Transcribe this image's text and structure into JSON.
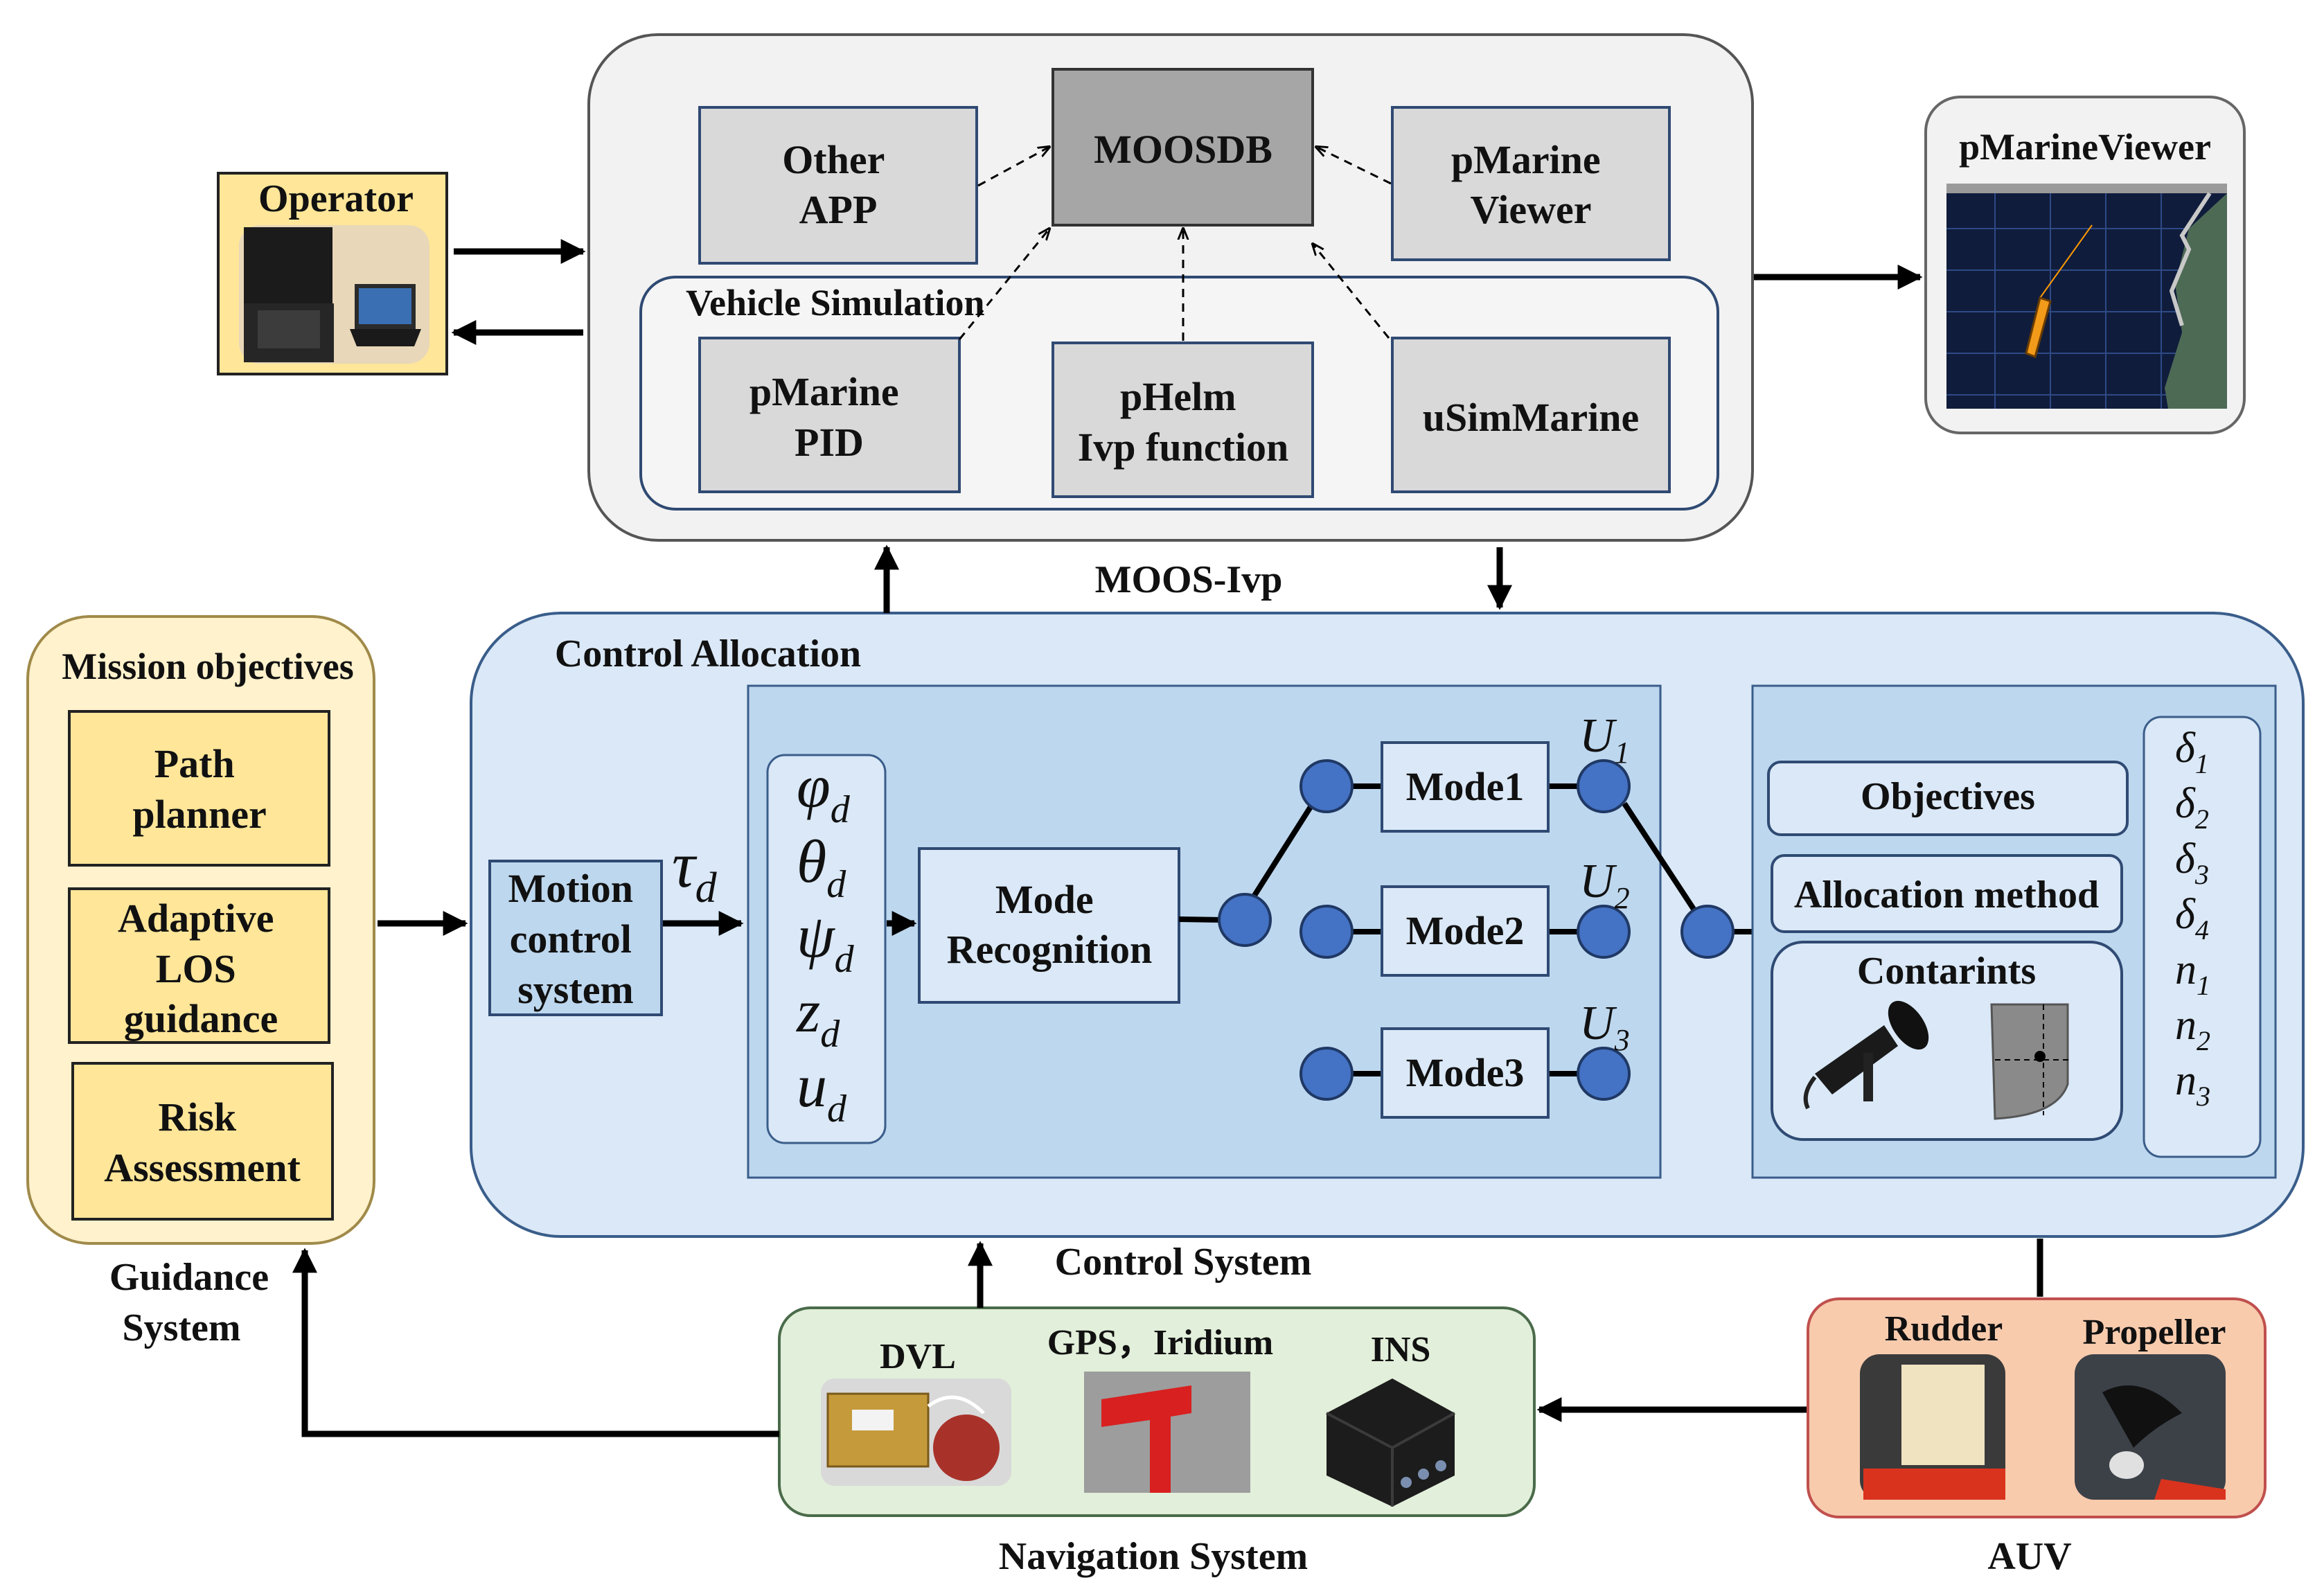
{
  "moos": {
    "caption": "MOOS-Ivp",
    "moosdb": "MOOSDB",
    "other_app": [
      "Other",
      "APP"
    ],
    "pmarine_viewer": [
      "pMarine",
      "Viewer"
    ],
    "vehicle_simulation": "Vehicle Simulation",
    "pmarine_pid": [
      "pMarine",
      "PID"
    ],
    "phelm": [
      "pHelm",
      "Ivp function"
    ],
    "usimmarine": "uSimMarine"
  },
  "operator": {
    "label": "Operator"
  },
  "viewer_panel": {
    "label": "pMarineViewer"
  },
  "guidance": {
    "header": "Mission objectives",
    "path_planner": [
      "Path",
      "planner"
    ],
    "adaptive_los": [
      "Adaptive",
      "LOS",
      "guidance"
    ],
    "risk": [
      "Risk",
      "Assessment"
    ],
    "caption": [
      "Guidance",
      "System"
    ]
  },
  "control": {
    "title": "Control Allocation",
    "caption": "Control System",
    "motion_control": [
      "Motion",
      "control",
      "system"
    ],
    "tau_symbol": "τ",
    "tau_sub": "d",
    "desired_states": [
      {
        "sym": "φ",
        "sub": "d"
      },
      {
        "sym": "θ",
        "sub": "d"
      },
      {
        "sym": "ψ",
        "sub": "d"
      },
      {
        "sym": "z",
        "sub": "d"
      },
      {
        "sym": "u",
        "sub": "d"
      }
    ],
    "mode_recognition": [
      "Mode",
      "Recognition"
    ],
    "modes": [
      "Mode1",
      "Mode2",
      "Mode3"
    ],
    "u_labels": [
      {
        "sym": "U",
        "sub": "1"
      },
      {
        "sym": "U",
        "sub": "2"
      },
      {
        "sym": "U",
        "sub": "3"
      }
    ],
    "objectives": "Objectives",
    "allocation_method": "Allocation method",
    "constraints": "Contarints",
    "outputs": [
      {
        "sym": "δ",
        "sub": "1"
      },
      {
        "sym": "δ",
        "sub": "2"
      },
      {
        "sym": "δ",
        "sub": "3"
      },
      {
        "sym": "δ",
        "sub": "4"
      },
      {
        "sym": "n",
        "sub": "1"
      },
      {
        "sym": "n",
        "sub": "2"
      },
      {
        "sym": "n",
        "sub": "3"
      }
    ]
  },
  "navigation": {
    "caption": "Navigation System",
    "dvl": "DVL",
    "gps": "GPS，Iridium",
    "ins": "INS"
  },
  "auv": {
    "caption": "AUV",
    "rudder": "Rudder",
    "propeller": "Propeller"
  }
}
